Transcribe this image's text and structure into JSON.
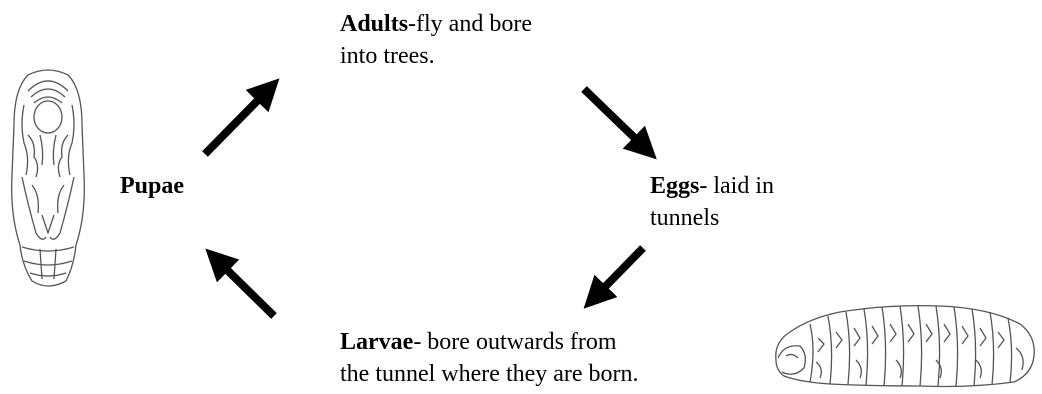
{
  "stages": {
    "adults": {
      "name": "Adults",
      "desc_line1": "-fly and bore",
      "desc_line2": "into trees."
    },
    "eggs": {
      "name": "Eggs",
      "desc_line1": "- laid in",
      "desc_line2": "tunnels"
    },
    "larvae": {
      "name": "Larvae",
      "desc_line1": "- bore outwards from",
      "desc_line2": "the tunnel where they are born."
    },
    "pupae": {
      "name": "Pupae"
    }
  },
  "arrow_color": "#000000",
  "illustration_color": "#555555"
}
